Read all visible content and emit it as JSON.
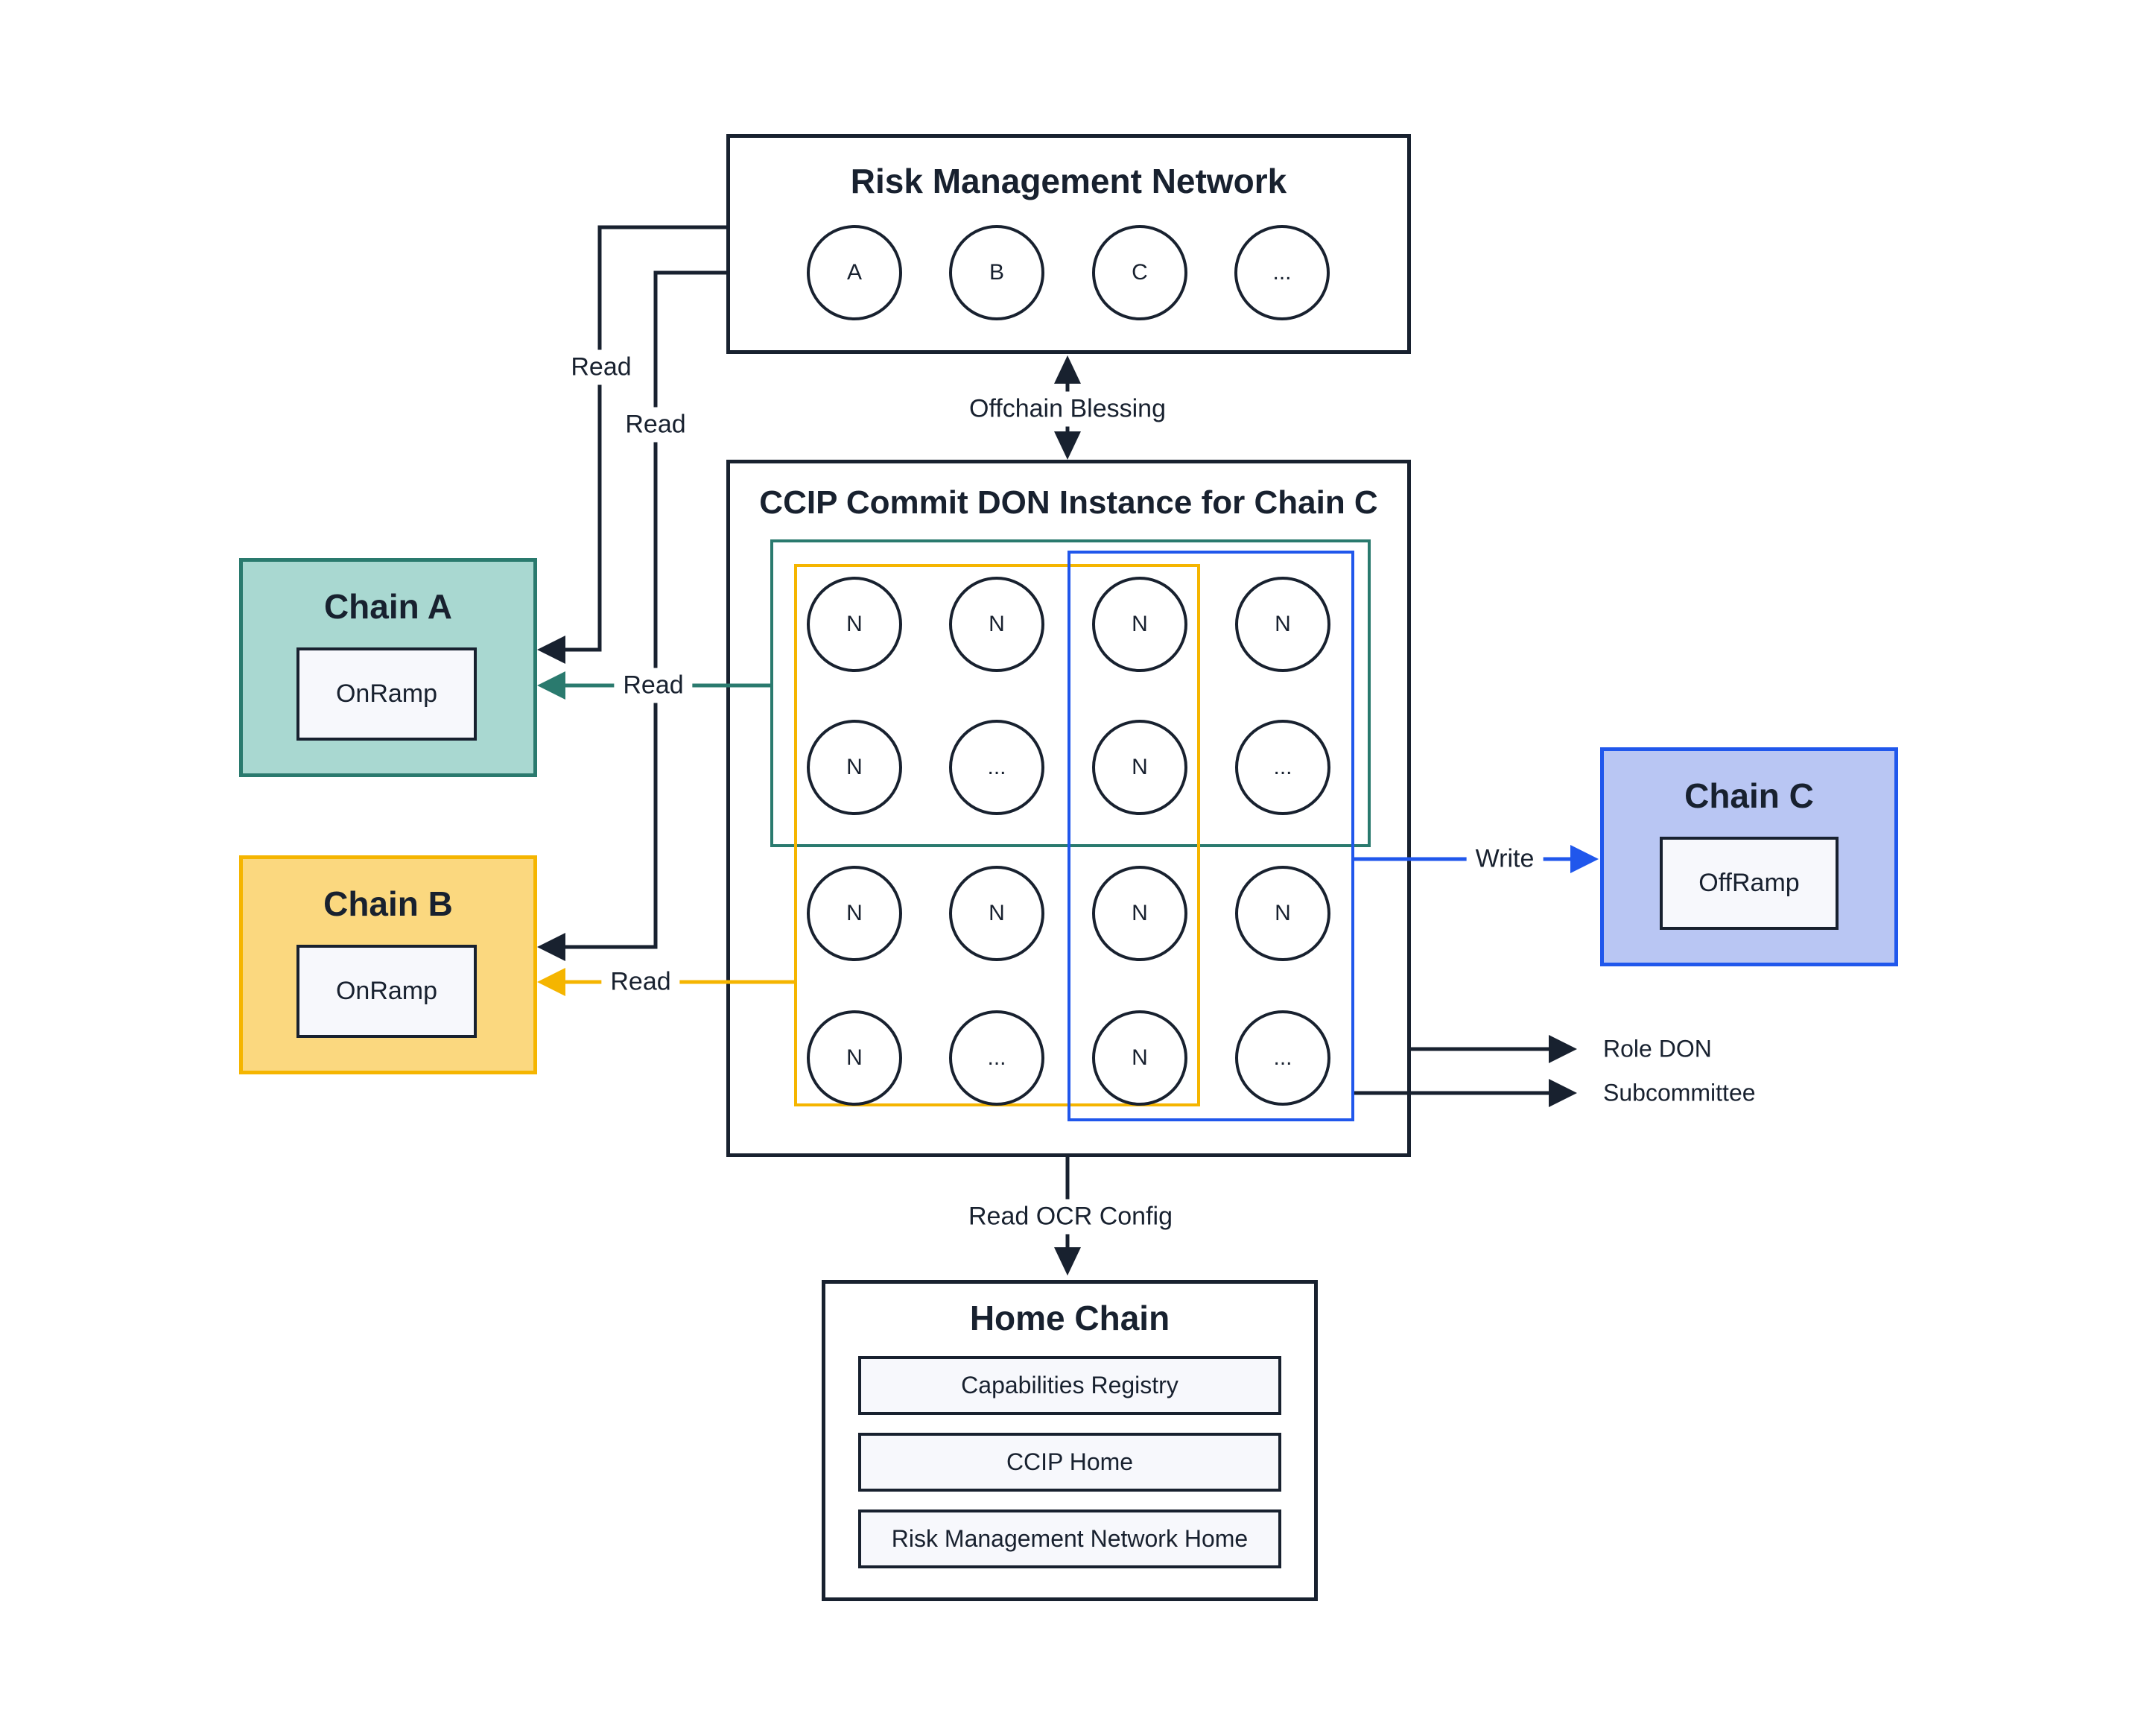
{
  "colors": {
    "ink": "#18212f",
    "teal": "#2a7a6e",
    "teal-fill": "#a9d8d1",
    "yellow": "#f5b500",
    "yellow-fill": "#fbd87f",
    "blue": "#2057ec",
    "blue-fill": "#b9c6f3",
    "panel": "#f7f8fc",
    "bg": "#ffffff"
  },
  "rmn": {
    "title": "Risk Management Network",
    "nodes": [
      "A",
      "B",
      "C",
      "..."
    ]
  },
  "don": {
    "title": "CCIP Commit DON Instance for Chain C",
    "grid": [
      [
        "N",
        "N",
        "N",
        "N"
      ],
      [
        "N",
        "...",
        "N",
        "..."
      ],
      [
        "N",
        "N",
        "N",
        "N"
      ],
      [
        "N",
        "...",
        "N",
        "..."
      ]
    ]
  },
  "chain_a": {
    "title": "Chain A",
    "ramp": "OnRamp"
  },
  "chain_b": {
    "title": "Chain B",
    "ramp": "OnRamp"
  },
  "chain_c": {
    "title": "Chain C",
    "ramp": "OffRamp"
  },
  "home_chain": {
    "title": "Home Chain",
    "items": [
      "Capabilities Registry",
      "CCIP Home",
      "Risk Management Network Home"
    ]
  },
  "edges": {
    "read_rmn_to_chain_a": "Read",
    "read_rmn_to_chain_b": "Read",
    "read_don_to_chain_a": "Read",
    "read_don_to_chain_b": "Read",
    "offchain_blessing": "Offchain Blessing",
    "write": "Write",
    "role_don": "Role DON",
    "subcommittee": "Subcommittee",
    "read_ocr_config": "Read OCR Config"
  }
}
